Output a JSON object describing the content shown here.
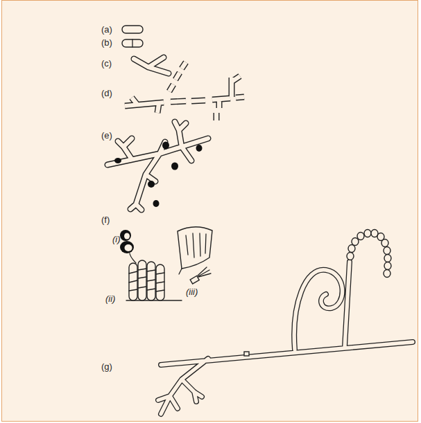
{
  "diagram": {
    "labels": [
      "(a)",
      "(b)",
      "(c)",
      "(d)",
      "(e)",
      "(f)",
      "(i)",
      "(ii)",
      "(iii)",
      "(g)"
    ]
  }
}
